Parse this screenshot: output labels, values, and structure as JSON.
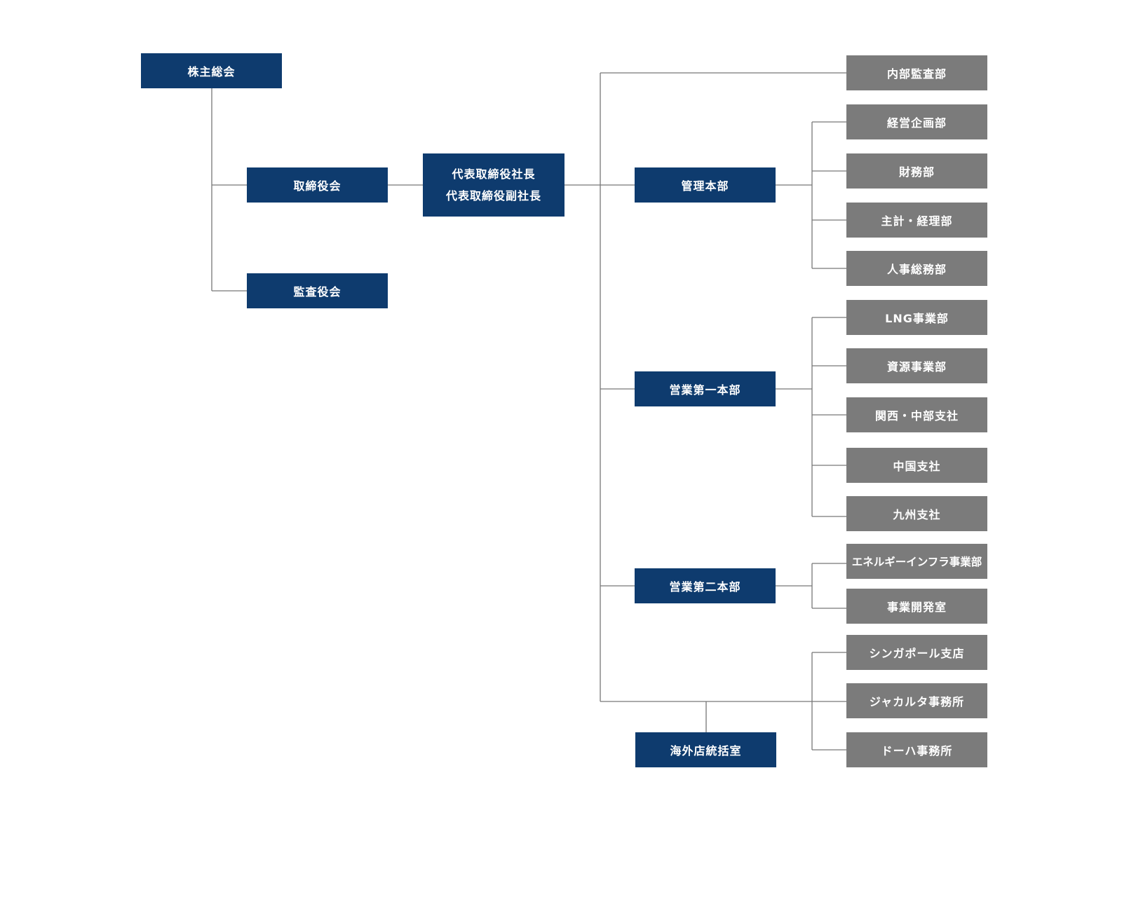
{
  "org_chart": {
    "shareholders": "株主総会",
    "board": "取締役会",
    "auditors": "監査役会",
    "president": {
      "line1": "代表取締役社長",
      "line2": "代表取締役副社長"
    },
    "divisions": {
      "admin": "管理本部",
      "sales1": "営業第一本部",
      "sales2": "営業第二本部",
      "overseas": "海外店統括室"
    },
    "departments": {
      "internal_audit": "内部監査部",
      "planning": "経営企画部",
      "finance": "財務部",
      "accounting": "主計・経理部",
      "hr": "人事総務部",
      "lng": "LNG事業部",
      "resources": "資源事業部",
      "kansai": "関西・中部支社",
      "chugoku": "中国支社",
      "kyushu": "九州支社",
      "energy_infra": "エネルギーインフラ事業部",
      "dev_office": "事業開発室",
      "singapore": "シンガポール支店",
      "jakarta": "ジャカルタ事務所",
      "doha": "ドーハ事務所"
    }
  },
  "colors": {
    "primary_box": "#0e3b6e",
    "department_box": "#7b7b7b",
    "connector": "#777777"
  }
}
